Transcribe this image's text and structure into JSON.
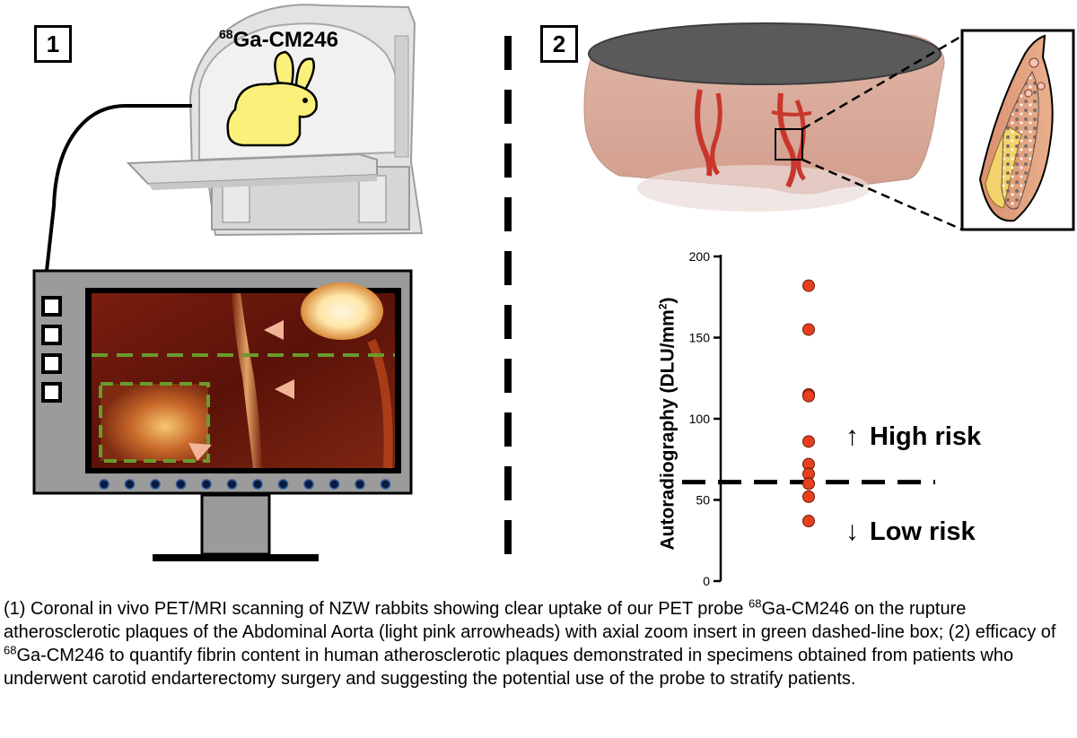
{
  "panels": {
    "one": "1",
    "two": "2"
  },
  "probe": {
    "sup": "68",
    "name": "Ga-CM246"
  },
  "icons": [
    "rabbit-icon",
    "pet-scanner-icon",
    "monitor-icon",
    "arrowhead-icon",
    "neck-model-icon",
    "plaque-inset-icon",
    "arrow-up-icon",
    "arrow-down-icon"
  ],
  "colors": {
    "rabbit": "#fbf07a",
    "zoom_box": "#6a9b2d",
    "arrowhead": "#f2b497",
    "dots": "#e8401f",
    "vessel": "#c8362c"
  },
  "risk": {
    "high": "High risk",
    "low": "Low risk",
    "up_arrow": "↑",
    "down_arrow": "↓"
  },
  "chart_data": {
    "type": "scatter",
    "ylabel_main": "Autoradiography (DLU/mm",
    "ylabel_sup": "2",
    "ylabel_end": ")",
    "ylim": [
      0,
      200
    ],
    "yticks": [
      0,
      50,
      100,
      150,
      200
    ],
    "ytick_labels": [
      "0",
      "50",
      "100",
      "150",
      "200"
    ],
    "values": [
      182,
      155,
      115,
      114,
      86,
      72,
      66,
      60,
      52,
      37
    ],
    "threshold": 61,
    "grid": false
  },
  "caption": {
    "p1": "(1) Coronal in vivo PET/MRI scanning of NZW rabbits showing clear uptake of our PET probe ",
    "sup1": "68",
    "p2": "Ga-CM246 on the rupture atherosclerotic plaques of the Abdominal Aorta (light pink arrowheads) with axial zoom insert in green dashed-line box; (2) efficacy of ",
    "sup2": "68",
    "p3": "Ga-CM246 to quantify fibrin content in human atherosclerotic plaques demonstrated in specimens obtained from patients who underwent carotid endarterectomy surgery and suggesting the potential use of the probe to stratify patients."
  }
}
